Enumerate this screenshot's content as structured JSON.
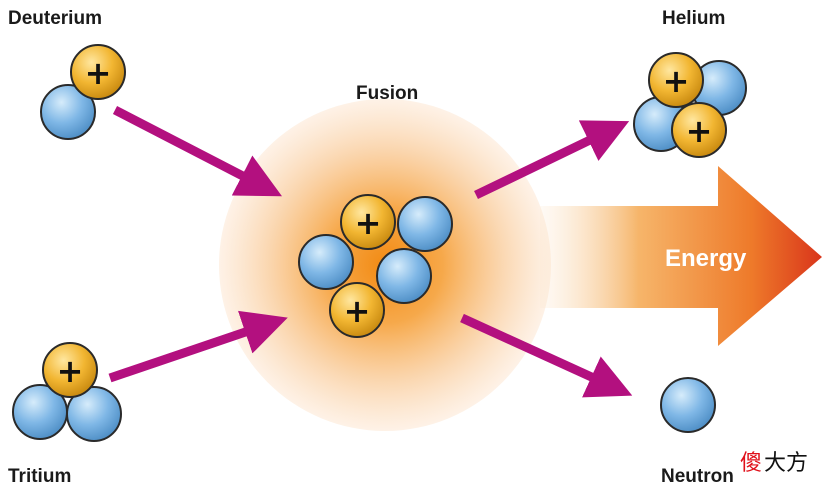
{
  "labels": {
    "deuterium": "Deuterium",
    "tritium": "Tritium",
    "fusion": "Fusion",
    "helium": "Helium",
    "energy": "Energy",
    "neutron": "Neutron"
  },
  "watermark": {
    "char1": "傻",
    "char2": "大方"
  },
  "particles": {
    "proton_symbol": "+"
  },
  "colors": {
    "arrow": "#b3107f",
    "proton_fill": "#f2b632",
    "neutron_fill": "#7fb7e6",
    "glow_core": "#f28a12",
    "energy_arrow_start": "#fbe7cf",
    "energy_arrow_end": "#d9351b",
    "watermark_red": "#e0101a",
    "watermark_black": "#111111"
  }
}
